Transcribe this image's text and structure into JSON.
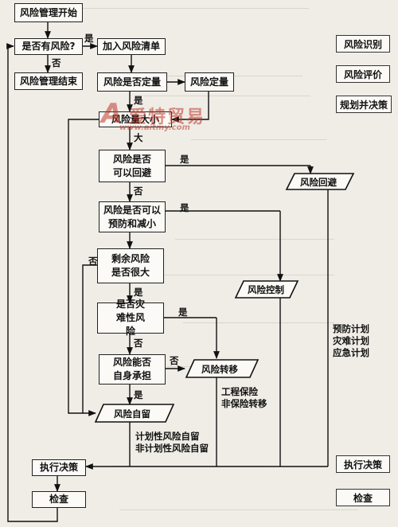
{
  "boxes": {
    "start": "风险管理开始",
    "has_risk": "是否有风险?",
    "end": "风险管理结束",
    "add_list": "加入风险清单",
    "is_quantified": "风险是否定量",
    "quantify": "风险定量",
    "size": "风险量大小",
    "avoid_q": "风险是否可以回避",
    "prevent_q": "风险是否可以预防和减小",
    "residual_q": "剩余风险是否很大",
    "catastrophic_q": "是否灾难性风险",
    "self_bear_q": "风险能否自身承担",
    "avoidance": "风险回避",
    "control": "风险控制",
    "transfer": "风险转移",
    "retention": "风险自留",
    "execute": "执行决策",
    "check": "检查"
  },
  "labels": {
    "yes": "是",
    "no": "否",
    "big": "大",
    "plans": [
      "预防计划",
      "灾难计划",
      "应急计划"
    ],
    "transfer_types": [
      "工程保险",
      "非保险转移"
    ],
    "retention_types": [
      "计划性风险自留",
      "非计划性风险自留"
    ]
  },
  "side_phases": [
    "风险识别",
    "风险评价",
    "规划并决策",
    "执行决策",
    "检查"
  ],
  "watermark": {
    "logo": "A",
    "brand": "爱特贸易",
    "url": "www.aitmy.com"
  }
}
